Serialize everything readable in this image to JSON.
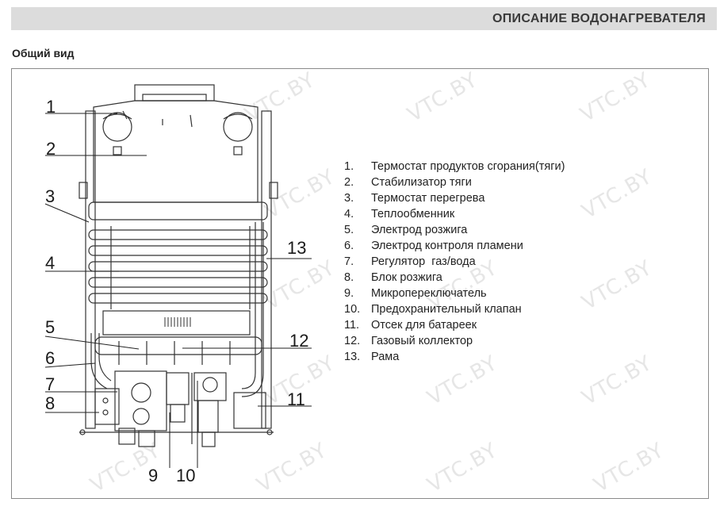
{
  "header": {
    "title": "ОПИСАНИЕ ВОДОНАГРЕВАТЕЛЯ"
  },
  "section": {
    "title": "Общий вид"
  },
  "watermark": {
    "text": "VTC.BY"
  },
  "callouts": [
    "1",
    "2",
    "3",
    "4",
    "5",
    "6",
    "7",
    "8",
    "9",
    "10",
    "11",
    "12",
    "13"
  ],
  "legend": [
    {
      "num": "1.",
      "text": "Термостат продуктов сгорания(тяги)"
    },
    {
      "num": "2.",
      "text": "Стабилизатор тяги"
    },
    {
      "num": "3.",
      "text": "Термостат перегрева"
    },
    {
      "num": "4.",
      "text": "Теплообменник"
    },
    {
      "num": "5.",
      "text": "Электрод розжига"
    },
    {
      "num": "6.",
      "text": "Электрод контроля пламени"
    },
    {
      "num": "7.",
      "text": "Регулятор  газ/вода"
    },
    {
      "num": "8.",
      "text": "Блок розжига"
    },
    {
      "num": "9.",
      "text": "Микропереключатель"
    },
    {
      "num": "10.",
      "text": "Предохранительный клапан"
    },
    {
      "num": "11.",
      "text": "Отсек для батареек"
    },
    {
      "num": "12.",
      "text": "Газовый коллектор"
    },
    {
      "num": "13.",
      "text": "Рама"
    }
  ]
}
